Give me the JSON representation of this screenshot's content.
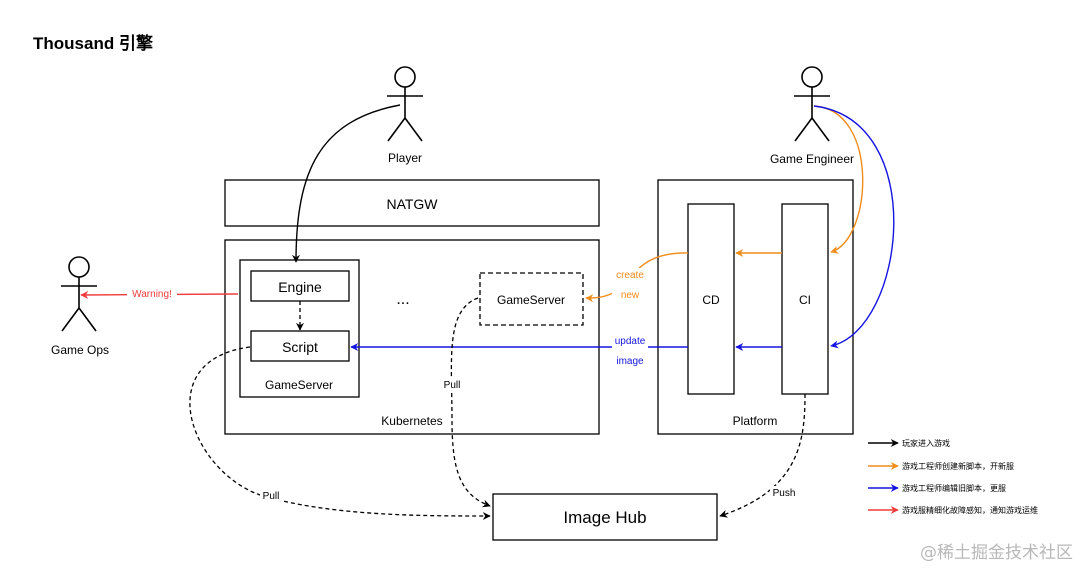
{
  "title": "Thousand 引擎",
  "actors": {
    "player": "Player",
    "game_engineer": "Game Engineer",
    "game_ops": "Game Ops"
  },
  "boxes": {
    "natgw": "NATGW",
    "kubernetes": "Kubernetes",
    "engine": "Engine",
    "script": "Script",
    "gameserver_main": "GameServer",
    "gameserver_new": "GameServer",
    "ellipsis": "...",
    "platform": "Platform",
    "cd": "CD",
    "ci": "CI",
    "image_hub": "Image Hub"
  },
  "edge_labels": {
    "warning": "Warning!",
    "create": "create",
    "new": "new",
    "update": "update",
    "image": "image",
    "pull_left": "Pull",
    "pull_mid": "Pull",
    "push": "Push"
  },
  "legend": [
    {
      "label": "玩家进入游戏",
      "color": "#000000"
    },
    {
      "label": "游戏工程师创建新脚本，开新服",
      "color": "#f08c1a"
    },
    {
      "label": "游戏工程师编辑旧脚本，更服",
      "color": "#1414e0"
    },
    {
      "label": "游戏服精细化故障感知，通知游戏运维",
      "color": "#f03c3c"
    }
  ],
  "colors": {
    "black": "#000000",
    "orange": "#f08c1a",
    "blue": "#1414e0",
    "red": "#f03c3c"
  },
  "watermark": "@稀土掘金技术社区"
}
